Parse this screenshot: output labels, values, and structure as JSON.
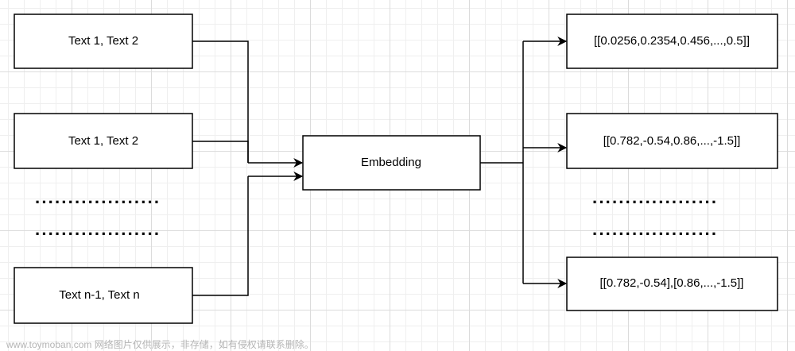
{
  "diagram": {
    "inputs": [
      {
        "label": "Text 1, Text 2"
      },
      {
        "label": "Text 1, Text 2"
      },
      {
        "label": "Text n-1, Text n"
      }
    ],
    "input_ellipsis": [
      "···················",
      "···················"
    ],
    "center": {
      "label": "Embedding"
    },
    "outputs": [
      {
        "label": "[[0.0256,0.2354,0.456,...,0.5]]"
      },
      {
        "label": "[[0.782,-0.54,0.86,...,-1.5]]"
      },
      {
        "label": "[[0.782,-0.54],[0.86,...,-1.5]]"
      }
    ],
    "output_ellipsis": [
      "···················",
      "···················"
    ]
  },
  "watermark": "www.toymoban.com 网络图片仅供展示，非存储，如有侵权请联系删除。"
}
